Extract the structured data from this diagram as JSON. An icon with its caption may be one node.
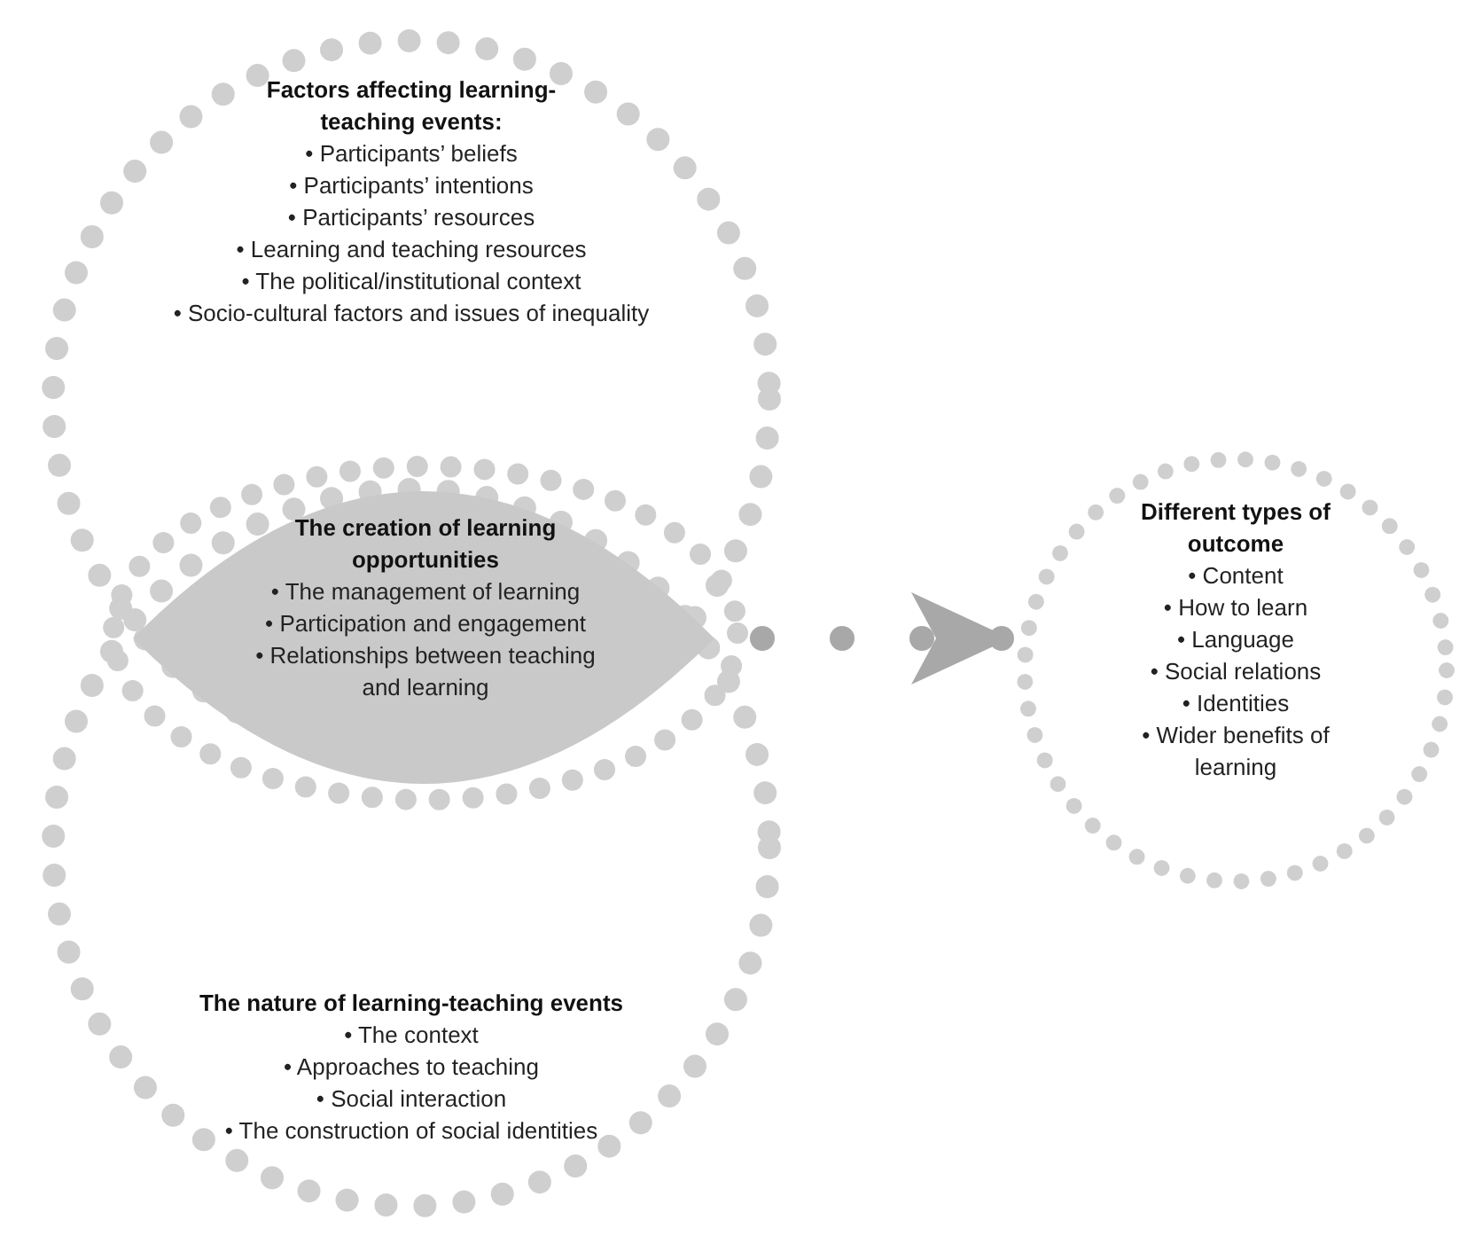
{
  "diagram": {
    "nodes": [
      {
        "text": [
          "Factors affecting learning-teaching events:",
          "• Participants’ beliefs",
          "• Participants’ intentions",
          "• Participants’ resources",
          "• Learning and teaching resources",
          "• The political/institutional context",
          "• Socio-cultural factors and issues of inequality"
        ]
      },
      {
        "text": [
          "The nature of learning-teaching events",
          "• The context",
          "• Approaches to teaching",
          "• Social interaction",
          "• The construction of social identities"
        ]
      },
      {
        "text": [
          "The creation of learning opportunities",
          "• The management of learning",
          "• Participation and engagement",
          "• Relationships between teaching and learning"
        ]
      },
      {
        "text": [
          "Different types of outcome",
          "• Content",
          "• How to learn",
          "• Language",
          "• Social relations",
          "• Identities",
          "• Wider benefits of learning"
        ]
      }
    ],
    "edges": [
      {
        "from": 2,
        "to": 3,
        "arrow": "to",
        "style": "dashed"
      }
    ]
  }
}
